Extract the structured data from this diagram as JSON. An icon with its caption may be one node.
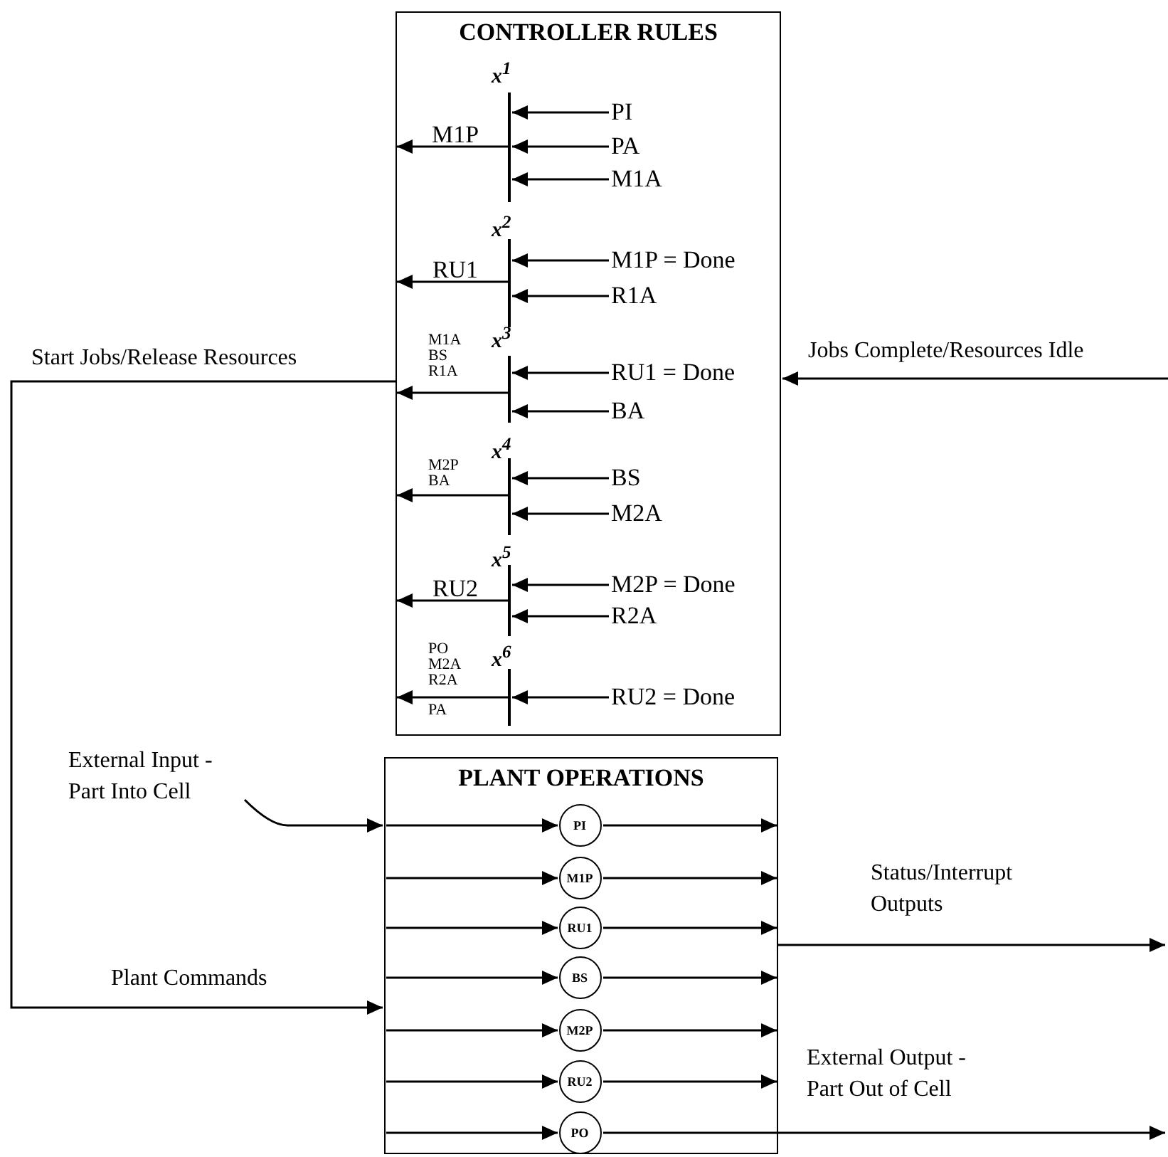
{
  "diagram": {
    "nodes": [
      {
        "text": [
          "CONTROLLER RULES"
        ]
      },
      {
        "text": [
          "x$^{1}$"
        ],
        "in": 0
      },
      {
        "text": [
          "x$^{2}$"
        ],
        "in": 0
      },
      {
        "text": [
          "x$^{3}$"
        ],
        "in": 0
      },
      {
        "text": [
          "x$^{4}$"
        ],
        "in": 0
      },
      {
        "text": [
          "x$^{5}$"
        ],
        "in": 0
      },
      {
        "text": [
          "x$^{6}$"
        ],
        "in": 0
      },
      {
        "text": [
          "PI"
        ],
        "in": 0
      },
      {
        "text": [
          "PA"
        ],
        "in": 0
      },
      {
        "text": [
          "M1A"
        ],
        "in": 0
      },
      {
        "text": [
          "M1P = Done"
        ],
        "in": 0
      },
      {
        "text": [
          "R1A"
        ],
        "in": 0
      },
      {
        "text": [
          "RU1 = Done"
        ],
        "in": 0
      },
      {
        "text": [
          "BA"
        ],
        "in": 0
      },
      {
        "text": [
          "BS"
        ],
        "in": 0
      },
      {
        "text": [
          "M2A"
        ],
        "in": 0
      },
      {
        "text": [
          "M2P = Done"
        ],
        "in": 0
      },
      {
        "text": [
          "R2A"
        ],
        "in": 0
      },
      {
        "text": [
          "RU2 = Done"
        ],
        "in": 0
      },
      {
        "text": [
          "External Input - Part Into Cell"
        ]
      },
      {
        "text": [
          "PLANT OPERATIONS"
        ]
      },
      {
        "text": [
          "PI"
        ],
        "in": 20
      },
      {
        "text": [
          "M1P"
        ],
        "in": 20
      },
      {
        "text": [
          "RU1"
        ],
        "in": 20
      },
      {
        "text": [
          "BS"
        ],
        "in": 20
      },
      {
        "text": [
          "M2P"
        ],
        "in": 20
      },
      {
        "text": [
          "RU2"
        ],
        "in": 20
      },
      {
        "text": [
          "PO"
        ],
        "in": 20
      }
    ],
    "edges": [
      {
        "from": 7,
        "to": 1,
        "arrow": "to"
      },
      {
        "from": 8,
        "to": 1,
        "arrow": "to"
      },
      {
        "from": 9,
        "to": 1,
        "arrow": "to"
      },
      {
        "from": 10,
        "to": 2,
        "arrow": "to"
      },
      {
        "from": 11,
        "to": 2,
        "arrow": "to"
      },
      {
        "from": 12,
        "to": 3,
        "arrow": "to"
      },
      {
        "from": 13,
        "to": 3,
        "arrow": "to"
      },
      {
        "from": 14,
        "to": 4,
        "arrow": "to"
      },
      {
        "from": 15,
        "to": 4,
        "arrow": "to"
      },
      {
        "from": 16,
        "to": 5,
        "arrow": "to"
      },
      {
        "from": 17,
        "to": 5,
        "arrow": "to"
      },
      {
        "from": 18,
        "to": 6,
        "arrow": "to"
      },
      {
        "from": 1,
        "to": 0,
        "arrow": "to",
        "label": "M1P"
      },
      {
        "from": 2,
        "to": 0,
        "arrow": "to",
        "label": "RU1"
      },
      {
        "from": 3,
        "to": 0,
        "arrow": "to",
        "label": "M1A BS R1A"
      },
      {
        "from": 4,
        "to": 0,
        "arrow": "to",
        "label": "M2P BA"
      },
      {
        "from": 5,
        "to": 0,
        "arrow": "to",
        "label": "RU2"
      },
      {
        "from": 6,
        "to": 0,
        "arrow": "to",
        "label": "PO M2A R2A"
      },
      {
        "from": 0,
        "to": 20,
        "arrow": "to",
        "label": "Start Jobs/Release Resources"
      },
      {
        "from": null,
        "to": 0,
        "arrow": "to",
        "label": "Jobs Complete/Resources Idle"
      },
      {
        "from": 19,
        "to": 20,
        "arrow": "to"
      },
      {
        "from": 20,
        "to": 21,
        "arrow": "to"
      },
      {
        "from": 20,
        "to": 22,
        "arrow": "to"
      },
      {
        "from": 20,
        "to": 23,
        "arrow": "to"
      },
      {
        "from": 20,
        "to": 24,
        "arrow": "to"
      },
      {
        "from": 20,
        "to": 25,
        "arrow": "to"
      },
      {
        "from": 20,
        "to": 26,
        "arrow": "to"
      },
      {
        "from": 20,
        "to": 27,
        "arrow": "to"
      },
      {
        "from": 21,
        "to": 20,
        "arrow": "to"
      },
      {
        "from": 22,
        "to": 20,
        "arrow": "to"
      },
      {
        "from": 23,
        "to": 20,
        "arrow": "to"
      },
      {
        "from": 24,
        "to": 20,
        "arrow": "to"
      },
      {
        "from": 25,
        "to": 20,
        "arrow": "to"
      },
      {
        "from": 26,
        "to": 20,
        "arrow": "to"
      },
      {
        "from": 27,
        "to": null,
        "arrow": "to",
        "label": "External Output - Part Out of Cell"
      },
      {
        "from": 20,
        "to": null,
        "arrow": "to",
        "label": "Status/Interrupt Outputs"
      }
    ],
    "labels": [
      "PA",
      "Plant Commands"
    ]
  }
}
